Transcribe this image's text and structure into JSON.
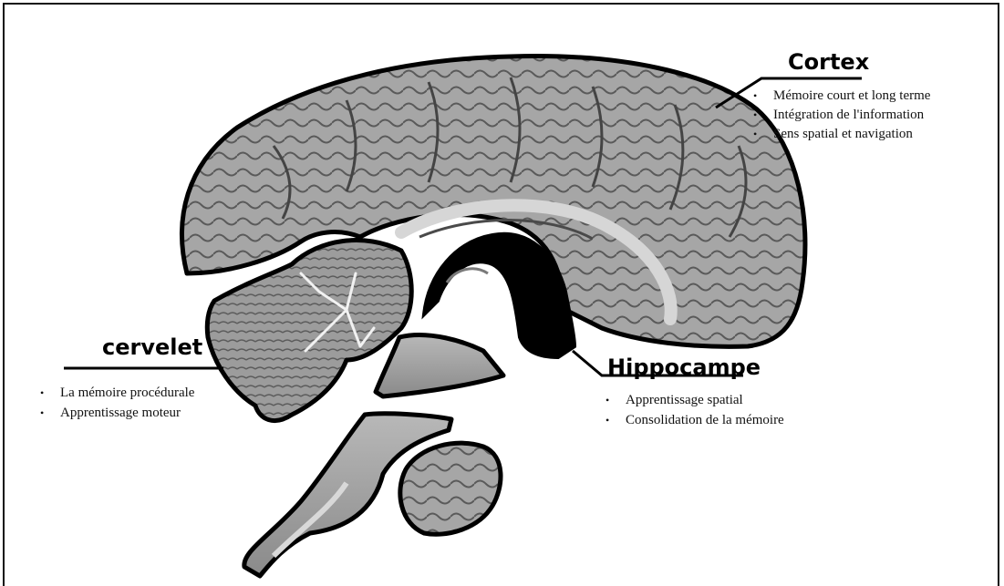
{
  "regions": {
    "cortex": {
      "title": "Cortex",
      "items": [
        "Mémoire court et long terme",
        "Intégration de l'information",
        "Sens spatial et navigation"
      ]
    },
    "cervelet": {
      "title": "cervelet",
      "items": [
        "La mémoire procédurale",
        "Apprentissage moteur"
      ]
    },
    "hippocampe": {
      "title": "Hippocampe",
      "items": [
        "Apprentissage spatial",
        "Consolidation de la mémoire"
      ]
    }
  },
  "colors": {
    "outline": "#000000",
    "tissue": "#9a9a9a",
    "tissue_light": "#c8c8c8",
    "hippocampus_fill": "#000000"
  }
}
